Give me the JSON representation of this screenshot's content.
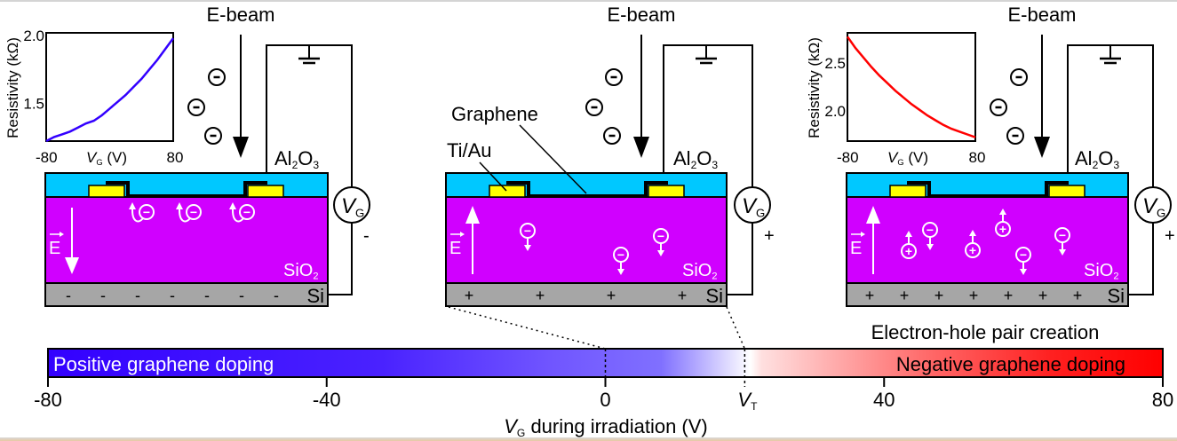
{
  "figure": {
    "ebeam_label": "E-beam",
    "graphene_label": "Graphene",
    "contact_label": "Ti/Au",
    "al2o3": {
      "main": "Al",
      "sub1": "2",
      "mid": "O",
      "sub2": "3"
    },
    "sio2": {
      "main": "SiO",
      "sub": "2"
    },
    "si_label": "Si",
    "e_field_label": "E",
    "vg_symbol": {
      "main": "V",
      "sub": "G"
    },
    "electron_symbol": "−",
    "hole_symbol": "+",
    "colors": {
      "al2o3": "#00c8ff",
      "sio2": "#d000ff",
      "si": "#a6a6a6",
      "contact": "#ffff00",
      "positive_doping": "#3300ff",
      "negative_doping": "#ff0000",
      "curve_left": "#3300ff",
      "curve_right": "#ff0000"
    }
  },
  "panels": [
    {
      "id": "left",
      "vg_polarity": "-",
      "si_charges": [
        "-",
        "-",
        "-",
        "-",
        "-",
        "-",
        "-"
      ],
      "field_direction": "down",
      "caption": ""
    },
    {
      "id": "center",
      "vg_polarity": "+",
      "si_charges": [
        "+",
        "+",
        "+",
        "+"
      ],
      "field_direction": "up",
      "caption": ""
    },
    {
      "id": "right",
      "vg_polarity": "+",
      "si_charges": [
        "+",
        "+",
        "+",
        "+",
        "+",
        "+",
        "+"
      ],
      "field_direction": "up",
      "caption": "Electron-hole pair creation"
    }
  ],
  "chart_data": [
    {
      "type": "line",
      "title": "",
      "xlabel": {
        "main": "V",
        "sub": "G",
        "rest": " (V)"
      },
      "ylabel": "Resistivity (kΩ)",
      "xlim": [
        -80,
        80
      ],
      "ylim": [
        1.22,
        2.02
      ],
      "xticks": [
        "-80",
        "80"
      ],
      "yticks": [
        {
          "value": 1.5,
          "label": "1.5"
        },
        {
          "value": 2.0,
          "label": "2.0"
        }
      ],
      "series": [
        {
          "name": "left-inset",
          "x": [
            -80,
            -70,
            -60,
            -50,
            -40,
            -30,
            -20,
            -10,
            0,
            10,
            20,
            30,
            40,
            50,
            60,
            70,
            80
          ],
          "y": [
            1.22,
            1.25,
            1.27,
            1.29,
            1.32,
            1.35,
            1.37,
            1.41,
            1.46,
            1.51,
            1.56,
            1.62,
            1.68,
            1.75,
            1.82,
            1.9,
            1.98
          ]
        }
      ]
    },
    {
      "type": "line",
      "title": "",
      "xlabel": {
        "main": "V",
        "sub": "G",
        "rest": " (V)"
      },
      "ylabel": "Resistivity (kΩ)",
      "xlim": [
        -80,
        80
      ],
      "ylim": [
        1.68,
        2.82
      ],
      "xticks": [
        "-80",
        "80"
      ],
      "yticks": [
        {
          "value": 2.0,
          "label": "2.0"
        },
        {
          "value": 2.5,
          "label": "2.5"
        }
      ],
      "series": [
        {
          "name": "right-inset",
          "x": [
            -80,
            -70,
            -60,
            -50,
            -40,
            -30,
            -20,
            -10,
            0,
            10,
            20,
            30,
            40,
            50,
            60,
            70,
            80
          ],
          "y": [
            2.78,
            2.66,
            2.56,
            2.46,
            2.37,
            2.29,
            2.21,
            2.14,
            2.07,
            2.01,
            1.95,
            1.9,
            1.85,
            1.81,
            1.78,
            1.75,
            1.72
          ]
        }
      ]
    },
    {
      "type": "heatmap",
      "title": "",
      "xlabel": {
        "main": "V",
        "sub": "G",
        "rest": " during irradiation (V)"
      },
      "xlim": [
        -80,
        80
      ],
      "xticks": [
        {
          "value": -80,
          "label": "-80"
        },
        {
          "value": -40,
          "label": "-40"
        },
        {
          "value": 0,
          "label": "0"
        },
        {
          "value": 40,
          "label": "40"
        },
        {
          "value": 80,
          "label": "80"
        }
      ],
      "threshold": {
        "value": 20,
        "label_main": "V",
        "label_sub": "T"
      },
      "regions": [
        {
          "label": "Positive graphene doping",
          "from": -80,
          "to": 20,
          "color": "#3300ff"
        },
        {
          "label": "Negative graphene doping",
          "from": 20,
          "to": 80,
          "color": "#ff0000"
        }
      ]
    }
  ]
}
